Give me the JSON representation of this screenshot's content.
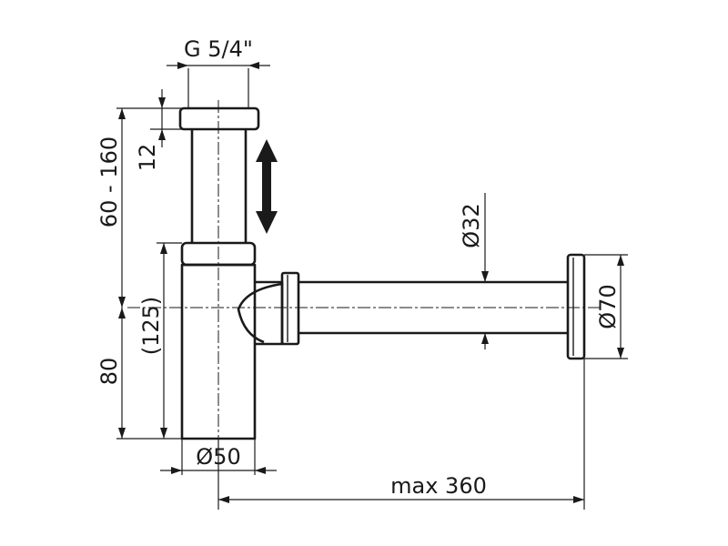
{
  "labels": {
    "thread": "G 5/4\"",
    "cap_height": "12",
    "adjust_range": "60 - 160",
    "lower_height": "80",
    "body_height": "(125)",
    "body_diameter": "Ø50",
    "pipe_diameter": "Ø32",
    "flange_diameter": "Ø70",
    "max_length": "max 360"
  },
  "icons": {
    "adjust_arrow": "double-vertical-arrow-icon"
  }
}
